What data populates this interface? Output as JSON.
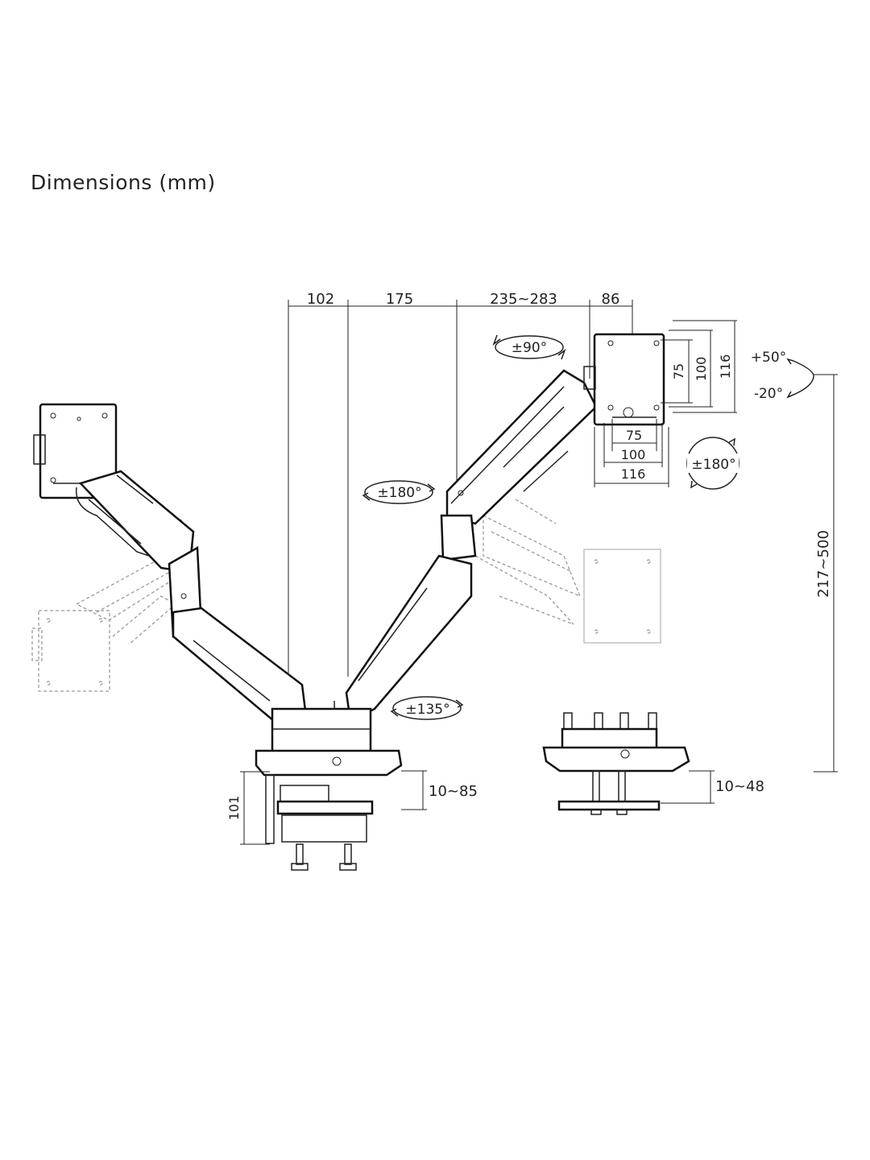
{
  "title": "Dimensions (mm)",
  "colors": {
    "line": "#222222",
    "ghost": "#9a9a9a",
    "background": "#ffffff"
  },
  "dimensions": {
    "top_102": "102",
    "top_175": "175",
    "top_235_283": "235~283",
    "top_86": "86",
    "vesa_h_75": "75",
    "vesa_h_100": "100",
    "vesa_h_116": "116",
    "vesa_v_75": "75",
    "vesa_v_100": "100",
    "vesa_v_116": "116",
    "height_217_500": "217~500",
    "clamp_101": "101",
    "clamp_10_85": "10~85",
    "grommet_10_48": "10~48"
  },
  "rotations": {
    "swivel_90": "±90°",
    "rotate_180_arm": "±180°",
    "rotate_180_screen": "±180°",
    "swivel_135": "±135°",
    "tilt_up": "+50°",
    "tilt_down": "-20°"
  }
}
